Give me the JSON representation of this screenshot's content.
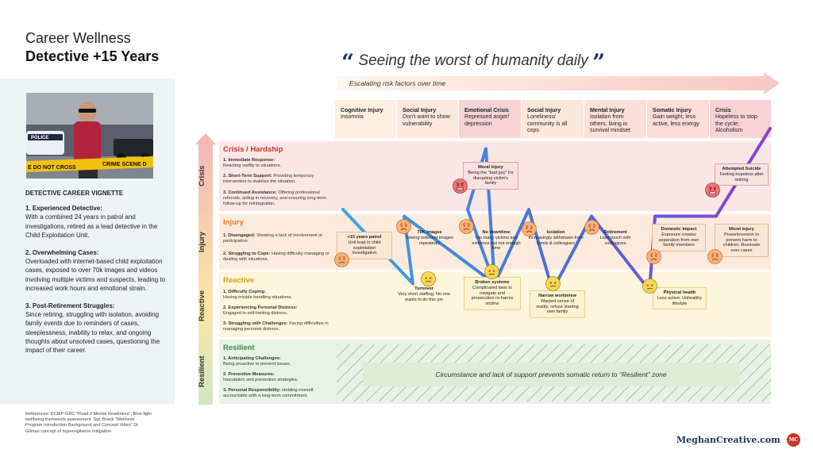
{
  "header": {
    "title_line1": "Career Wellness",
    "title_line2": "Detective +15 Years"
  },
  "photo": {
    "sign_police": "POLICE",
    "tape_left": "E DO NOT CROSS",
    "tape_right": "CRIME SCENE D"
  },
  "vignette": {
    "heading": "DETECTIVE CAREER VIGNETTE",
    "sections": [
      {
        "title": "1. Experienced Detective:",
        "text": "With a combined 24 years in patrol and investigations, retired as a lead detective in the Child Exploitation Unit."
      },
      {
        "title": "2. Overwhelming Cases:",
        "text": "Overloaded with internet-based child exploitation cases, exposed to over 70k images and videos involving multiple victims and suspects, leading to increased work hours and emotional strain."
      },
      {
        "title": "3. Post-Retirement Struggles:",
        "text": "Since retiring, struggling with isolation, avoiding family events due to reminders of cases, sleeplessness, inability to relax, and ongoing thoughts about unsolved cases, questioning the impact of their career."
      }
    ]
  },
  "references": "References: RCMP-GRC \"Road 2 Mental Readiness\"; Blue-light wellbeing framework assessment; Sgt. Brack \"Wellness Program Introduction Background and Concept Video\" Dr Gilman concept of hypervigilance mitigation",
  "quote": {
    "open": "“",
    "text": "Seeing the worst of humanity daily",
    "close": "”"
  },
  "arrow_label": "Escalating risk factors over time",
  "columns": [
    {
      "title": "Cognitive Injury",
      "text": "Insomnia",
      "color": "#fcefe2"
    },
    {
      "title": "Social Injury",
      "text": "Don't want to show vulnerability",
      "color": "#fce8df"
    },
    {
      "title": "Emotional Crisis",
      "text": "Repressed anger/ depression",
      "color": "#f8d3d6"
    },
    {
      "title": "Social Injury",
      "text": "Loneliness/ community is all cops",
      "color": "#fce7dc"
    },
    {
      "title": "Mental Injury",
      "text": "Isolation from others; living in survival mindset",
      "color": "#fbdfd8"
    },
    {
      "title": "Somatic Injury",
      "text": "Gain weight; less active, less energy",
      "color": "#fbdcd9"
    },
    {
      "title": "Crisis",
      "text": "Hopeless to stop the cycle; Alcoholism",
      "color": "#f8d2d5"
    }
  ],
  "zones": {
    "crisis": {
      "label": "Crisis",
      "title": "Crisis / Hardship",
      "color": "#c0392b",
      "items": [
        {
          "b": "1. Immediate Response:",
          "t": "Reacting swiftly to situations."
        },
        {
          "b": "2. Short-Term Support:",
          "t": "Providing temporary intervention to stabilize the situation."
        },
        {
          "b": "3. Continued Assistance:",
          "t": "Offering professional referrals, aiding in recovery, and ensuring long-term follow-up for reintegration."
        }
      ]
    },
    "injury": {
      "label": "Injury",
      "title": "Injury",
      "color": "#e07a2e",
      "items": [
        {
          "b": "1. Disengaged:",
          "t": "Showing a lack of involvement or participation."
        },
        {
          "b": "2. Struggling to Cope:",
          "t": "Having difficulty managing or dealing with situations."
        }
      ]
    },
    "reactive": {
      "label": "Reactive",
      "title": "Reactive",
      "color": "#d4a017",
      "items": [
        {
          "b": "1. Difficulty Coping:",
          "t": "Having trouble handling situations."
        },
        {
          "b": "2. Experiencing Personal Distress:",
          "t": "Engaged in self-limiting distress."
        },
        {
          "b": "3. Struggling with Challenges:",
          "t": "Facing difficulties in managing personal distress."
        }
      ]
    },
    "resilient": {
      "label": "Resilient",
      "title": "Resilient",
      "color": "#3c8d3c",
      "items": [
        {
          "b": "1. Anticipating Challenges:",
          "t": "Being proactive to prevent issues."
        },
        {
          "b": "2. Preventive Measures:",
          "t": "Inoculation and prevention strategies."
        },
        {
          "b": "3. Personal Responsibility:",
          "t": "Holding oneself accountable with a long-term commitment."
        }
      ]
    }
  },
  "nodes": [
    {
      "title": "+15 years patrol",
      "text": "Unit lead in child exploitation investigation",
      "face": "sad"
    },
    {
      "title": "Turnover",
      "text": "Very short staffing; No one wants to do this jon",
      "face": "neutral"
    },
    {
      "title": "70K images",
      "text": "Seeing indecent images repeatedly",
      "face": "sad"
    },
    {
      "title": "Moral injury",
      "text": "Being the \"bad guy\" for disrupting victim's family",
      "face": "angry"
    },
    {
      "title": "No downtime",
      "text": "Too many victims and evidence but not enough time",
      "face": "sad"
    },
    {
      "title": "Broken systems",
      "text": "Complicated laws to navigate and prosecution re-harms victims",
      "face": "neutral"
    },
    {
      "title": "Isolation",
      "text": "Increasingly withdrawn from family & colleagues",
      "face": "sad"
    },
    {
      "title": "Narrow worldview",
      "text": "Warped sense of reality; refuse starting own family",
      "face": "neutral"
    },
    {
      "title": "Retirement",
      "text": "Lose touch with colleagues",
      "face": "sad"
    },
    {
      "title": "Physical health",
      "text": "Less active; Unhealthy lifestyle",
      "face": "neutral"
    },
    {
      "title": "Domestic impact",
      "text": "Exposure creates separation from own family members",
      "face": "sad"
    },
    {
      "title": "Moral injury",
      "text": "Powerlessness to prevent harm to children; Ruminate over cases",
      "face": "sad"
    },
    {
      "title": "Attempted Suicide",
      "text": "Feeling hopeless after retiring",
      "face": "angry"
    }
  ],
  "banner": "Circumstance and lack of support prevents somatic return to “Resilient” zone",
  "brand": {
    "name": "MeghanCreative.com",
    "logo": "MC"
  },
  "journey": {
    "levels": [
      2.4,
      1.3,
      2.3,
      3.3,
      2.4,
      1.3,
      2.4,
      1.2,
      2.3,
      1.2,
      2.3,
      2.3,
      3.6
    ]
  }
}
